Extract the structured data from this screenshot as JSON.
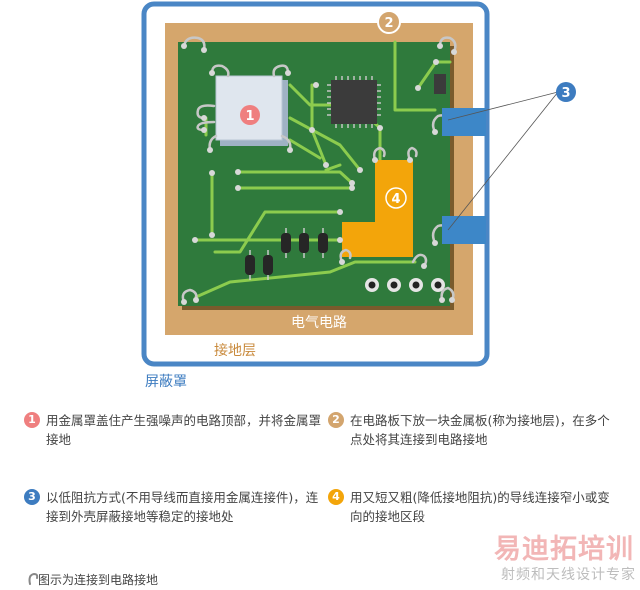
{
  "diagram": {
    "labels": {
      "circuit": "电气电路",
      "ground_layer": "接地层",
      "shield": "屏蔽罩"
    },
    "badges": [
      "1",
      "2",
      "3",
      "4"
    ],
    "colors": {
      "shield_frame": "#4a86c5",
      "ground_layer": "#d5a66c",
      "pcb": "#2f7a3c",
      "trace": "#8ccc4e",
      "chip": "#dfe6ee",
      "ic": "#3b3b3b",
      "tab": "#3d87c8",
      "wide_trace": "#f3a50a",
      "badge1": "#ef7f7f",
      "badge2": "#d3a56e",
      "badge3": "#3d7cc0",
      "badge4": "#f3a50a"
    }
  },
  "notes": [
    {
      "num": "1",
      "text": "用金属罩盖住产生强噪声的电路顶部，并将金属罩接地"
    },
    {
      "num": "2",
      "text": "在电路板下放一块金属板(称为接地层)，在多个点处将其连接到电路接地"
    },
    {
      "num": "3",
      "text": "以低阻抗方式(不用导线而直接用金属连接件)，连接到外壳屏蔽接地等稳定的接地处"
    },
    {
      "num": "4",
      "text": "用又短又粗(降低接地阻抗)的导线连接窄小或变向的接地区段"
    }
  ],
  "legend": {
    "text": "图示为连接到电路接地",
    "icon": "ground-wire-icon"
  },
  "watermark": {
    "main": "易迪拓培训",
    "sub": "射频和天线设计专家"
  }
}
